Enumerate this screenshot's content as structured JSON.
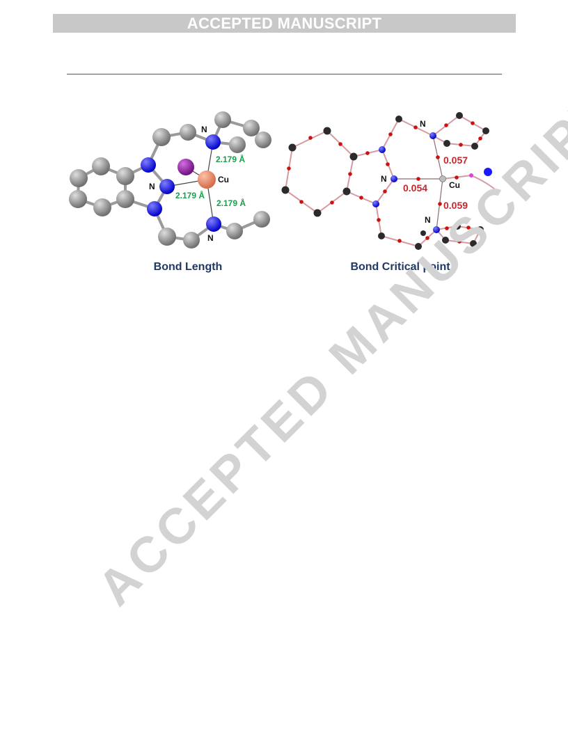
{
  "header": {
    "banner": "ACCEPTED MANUSCRIPT"
  },
  "watermark": "ACCEPTED MANUSCRIPT",
  "figure": {
    "left_panel": {
      "caption": "Bond Length",
      "metal_label": "Cu",
      "n_labels": [
        "N",
        "N",
        "N"
      ],
      "bond_lengths": [
        "2.179 Å",
        "2.179 Å",
        "2.179 Å"
      ]
    },
    "right_panel": {
      "caption": "Bond Critical point",
      "metal_label": "Cu",
      "n_labels": [
        "N",
        "N",
        "N"
      ],
      "bcp_values": [
        "0.057",
        "0.054",
        "0.059"
      ]
    },
    "colors": {
      "caption": "#1f3864",
      "bond_length_label": "#17a04b",
      "bcp_label": "#c0282e",
      "nitrogen": "#1a1aff",
      "carbon": "#8a8a8a",
      "copper": "#e8896a",
      "iodine": "#8b1a9c"
    }
  }
}
